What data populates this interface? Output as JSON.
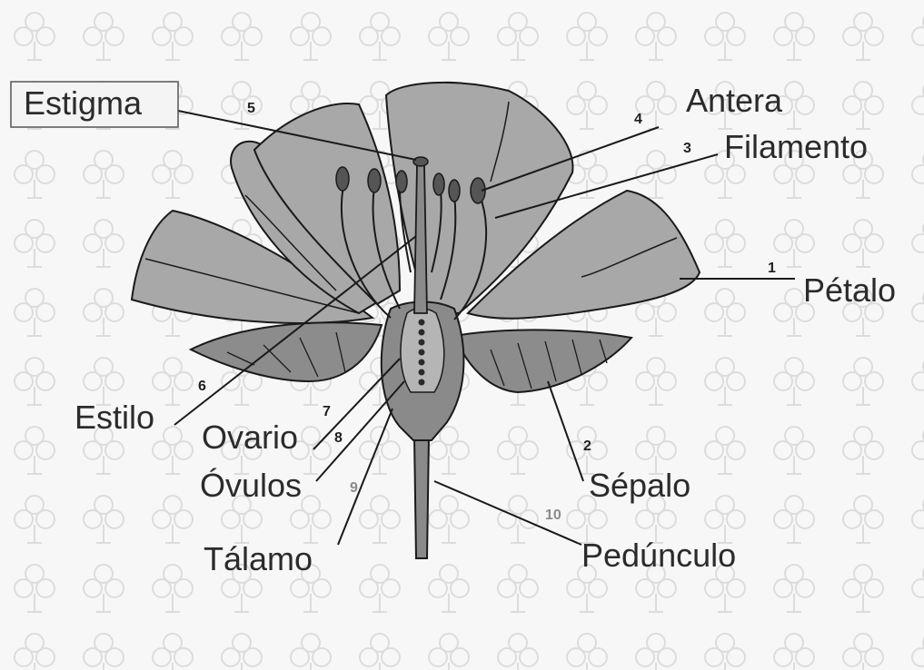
{
  "diagram": {
    "labels": {
      "estigma": "Estigma",
      "antera": "Antera",
      "filamento": "Filamento",
      "petalo": "Pétalo",
      "estilo": "Estilo",
      "ovario": "Ovario",
      "ovulos": "Óvulos",
      "talamo": "Tálamo",
      "sepalo": "Sépalo",
      "pedunculo": "Pedúnculo"
    },
    "numbers": {
      "n1": "1",
      "n2": "2",
      "n3": "3",
      "n4": "4",
      "n5": "5",
      "n6": "6",
      "n7": "7",
      "n8": "8",
      "n9": "9",
      "n10": "10"
    },
    "colors": {
      "background": "#f7f7f7",
      "watermark": "#dcdcdc",
      "petal": "#a8a8a8",
      "sepal": "#8c8c8c",
      "stem": "#8a8a8a",
      "outline": "#1a1a1a",
      "anther": "#555555"
    }
  }
}
